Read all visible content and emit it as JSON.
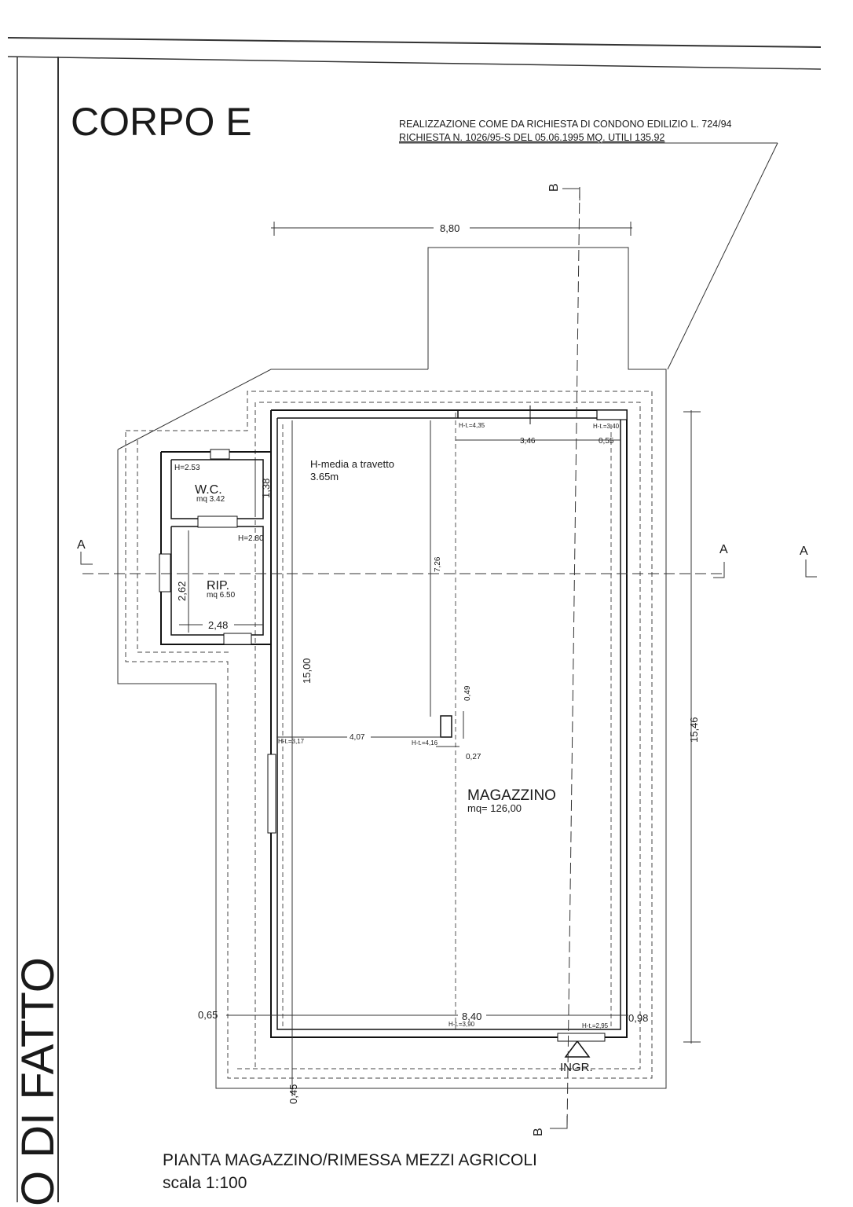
{
  "header": {
    "title": "CORPO E",
    "note_line1": "REALIZZAZIONE COME DA RICHIESTA DI CONDONO EDILIZIO L. 724/94",
    "note_line2": "RICHIESTA N. 1026/95-S DEL 05.06.1995 MQ. UTILI 135.92"
  },
  "side_label": "O DI FATTO",
  "rooms": {
    "wc": {
      "name": "W.C.",
      "area": "mq 3.42",
      "height": "H=2.53",
      "dim": "1,38"
    },
    "rip": {
      "name": "RIP.",
      "area": "mq 6.50",
      "height": "H=2.80",
      "dim_v": "2,62",
      "dim_h": "2,48"
    },
    "magazzino": {
      "name": "MAGAZZINO",
      "area": "mq= 126,00"
    }
  },
  "notes": {
    "h_media_1": "H-media a travetto",
    "h_media_2": "3.65m"
  },
  "heights": {
    "ht_435": "H-t.=4,35",
    "ht_340": "H-t.=3,40",
    "ht_317": "H-t.=3,17",
    "ht_416": "H-t.=4,16",
    "ht_390": "H-t.=3,90",
    "ht_295": "H-t.=2,95"
  },
  "dimensions": {
    "top_width": "8,80",
    "inner_346": "3,46",
    "inner_055": "0,55",
    "vert_726": "7,26",
    "vert_1500": "15,00",
    "vert_1546": "15,46",
    "pillar_049": "0,49",
    "pillar_027": "0,27",
    "horiz_407": "4,07",
    "bottom_840": "8,40",
    "left_065": "0,65",
    "right_098": "0,98",
    "bottom_045": "0,45"
  },
  "section_marks": {
    "a": "A",
    "b": "B"
  },
  "entrance": "INGR.",
  "caption": {
    "title": "PIANTA MAGAZZINO/RIMESSA MEZZI AGRICOLI",
    "scale": "scala 1:100"
  }
}
